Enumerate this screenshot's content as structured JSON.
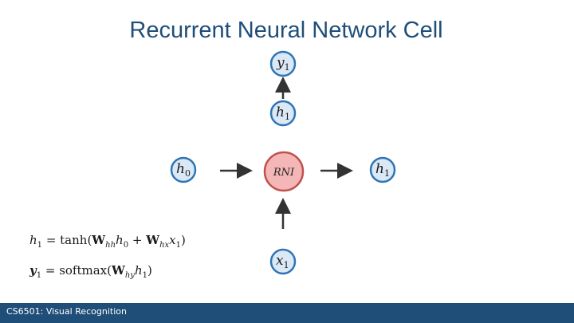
{
  "slide": {
    "title": "Recurrent Neural Network Cell",
    "footer": "CS6501: Visual Recognition"
  },
  "diagram": {
    "nodes": {
      "y1": {
        "base": "y",
        "sub": "1"
      },
      "h1_top": {
        "base": "h",
        "sub": "1"
      },
      "h0": {
        "base": "h",
        "sub": "0"
      },
      "rnn": {
        "label": "RNI"
      },
      "h1_right": {
        "base": "h",
        "sub": "1"
      },
      "x1": {
        "base": "x",
        "sub": "1"
      }
    },
    "colors": {
      "node_stroke": "#2e75b6",
      "node_fill": "#dbe8f5",
      "rnn_stroke": "#c0504d",
      "rnn_fill": "#f4b6b6",
      "arrow": "#333333",
      "title": "#1f4e79",
      "footer_bg": "#1f4e79"
    }
  },
  "equations": {
    "eq1": {
      "lhs": "h",
      "lhs_sub": "1",
      "eq": " = tanh(",
      "w1": "W",
      "w1_sub": "hh",
      "v1": "h",
      "v1_sub": "0",
      "plus": " + ",
      "w2": "W",
      "w2_sub": "hx",
      "v2": "x",
      "v2_sub": "1",
      "close": ")"
    },
    "eq2": {
      "lhs": "y",
      "lhs_sub": "1",
      "eq": " = softmax(",
      "w": "W",
      "w_sub": "hy",
      "v": "h",
      "v_sub": "1",
      "close": ")"
    }
  }
}
